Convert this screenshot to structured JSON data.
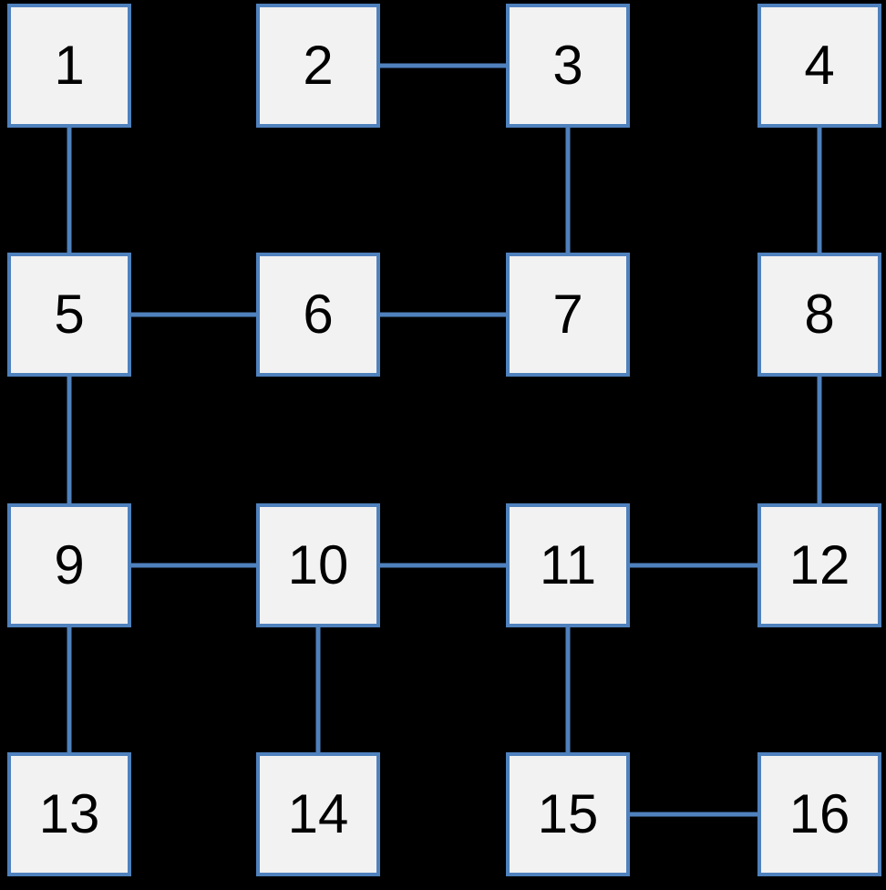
{
  "diagram": {
    "type": "node-link-grid-graph",
    "background_color": "#000000",
    "node_fill_color": "#f2f2f2",
    "node_border_color": "#4f81bd",
    "edge_color": "#4f81bd",
    "grid": {
      "rows": 4,
      "cols": 4
    },
    "nodes": [
      {
        "id": "1",
        "label": "1",
        "row": 0,
        "col": 0
      },
      {
        "id": "2",
        "label": "2",
        "row": 0,
        "col": 1
      },
      {
        "id": "3",
        "label": "3",
        "row": 0,
        "col": 2
      },
      {
        "id": "4",
        "label": "4",
        "row": 0,
        "col": 3
      },
      {
        "id": "5",
        "label": "5",
        "row": 1,
        "col": 0
      },
      {
        "id": "6",
        "label": "6",
        "row": 1,
        "col": 1
      },
      {
        "id": "7",
        "label": "7",
        "row": 1,
        "col": 2
      },
      {
        "id": "8",
        "label": "8",
        "row": 1,
        "col": 3
      },
      {
        "id": "9",
        "label": "9",
        "row": 2,
        "col": 0
      },
      {
        "id": "10",
        "label": "10",
        "row": 2,
        "col": 1
      },
      {
        "id": "11",
        "label": "11",
        "row": 2,
        "col": 2
      },
      {
        "id": "12",
        "label": "12",
        "row": 2,
        "col": 3
      },
      {
        "id": "13",
        "label": "13",
        "row": 3,
        "col": 0
      },
      {
        "id": "14",
        "label": "14",
        "row": 3,
        "col": 1
      },
      {
        "id": "15",
        "label": "15",
        "row": 3,
        "col": 2
      },
      {
        "id": "16",
        "label": "16",
        "row": 3,
        "col": 3
      }
    ],
    "edges": [
      [
        "2",
        "3"
      ],
      [
        "1",
        "5"
      ],
      [
        "3",
        "7"
      ],
      [
        "4",
        "8"
      ],
      [
        "5",
        "6"
      ],
      [
        "6",
        "7"
      ],
      [
        "5",
        "9"
      ],
      [
        "8",
        "12"
      ],
      [
        "9",
        "10"
      ],
      [
        "10",
        "11"
      ],
      [
        "11",
        "12"
      ],
      [
        "9",
        "13"
      ],
      [
        "10",
        "14"
      ],
      [
        "11",
        "15"
      ],
      [
        "15",
        "16"
      ]
    ]
  }
}
